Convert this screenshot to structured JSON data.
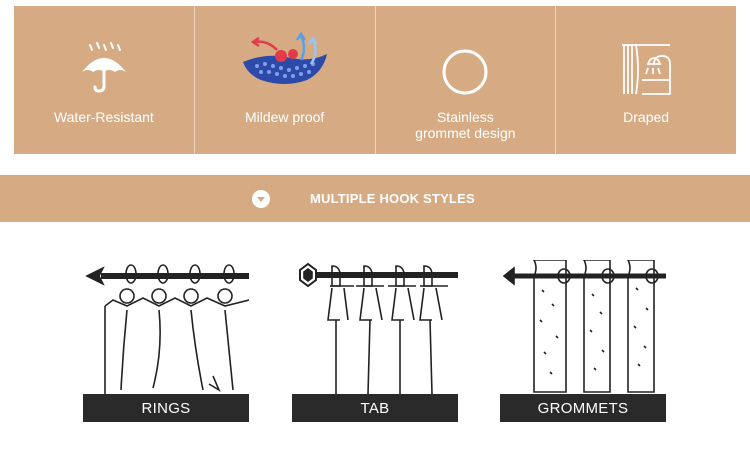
{
  "colors": {
    "tan": "#d6ab84",
    "dark": "#2a2a2a",
    "white": "#ffffff"
  },
  "features": [
    {
      "icon": "umbrella-rain-icon",
      "lines": [
        "Water-Resistant"
      ]
    },
    {
      "icon": "fabric-breathable-icon",
      "lines": [
        "Mildew proof"
      ]
    },
    {
      "icon": "ring-circle-icon",
      "lines": [
        "Stainless",
        "grommet design"
      ]
    },
    {
      "icon": "shower-curtain-icon",
      "lines": [
        "Draped"
      ]
    }
  ],
  "banner": {
    "icon": "chevron-down-circle-icon",
    "title": "MULTIPLE HOOK STYLES"
  },
  "hook_styles": [
    {
      "icon": "rings-curtain-icon",
      "caption": "RINGS"
    },
    {
      "icon": "tab-curtain-icon",
      "caption": "TAB"
    },
    {
      "icon": "grommets-curtain-icon",
      "caption": "GROMMETS"
    }
  ]
}
